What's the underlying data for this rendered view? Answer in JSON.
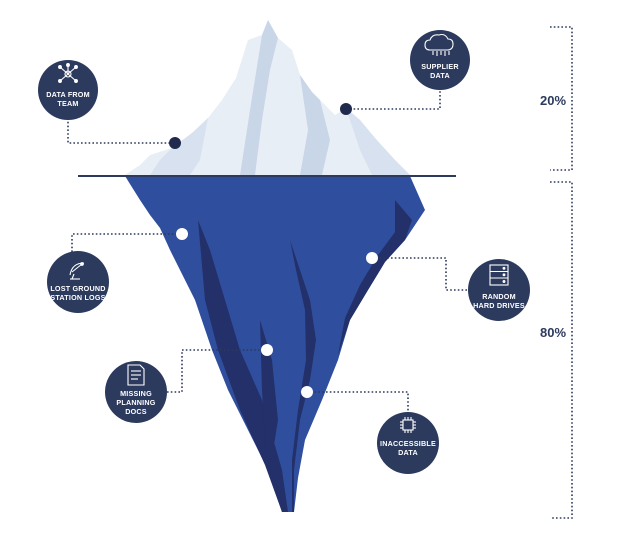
{
  "badges": [
    {
      "id": "data-from-team",
      "lines": [
        "DATA FROM",
        "TEAM"
      ],
      "icon": "network-icon"
    },
    {
      "id": "supplier-data",
      "lines": [
        "SUPPLIER",
        "DATA"
      ],
      "icon": "cloud-icon"
    },
    {
      "id": "lost-ground-station-logs",
      "lines": [
        "LOST GROUND",
        "STATION LOGS"
      ],
      "icon": "satellite-dish-icon"
    },
    {
      "id": "random-hard-drives",
      "lines": [
        "RANDOM",
        "HARD DRIVES"
      ],
      "icon": "server-icon"
    },
    {
      "id": "missing-planning-docs",
      "lines": [
        "MISSING",
        "PLANNING",
        "DOCS"
      ],
      "icon": "document-icon"
    },
    {
      "id": "inaccessible-data",
      "lines": [
        "INACCESSIBLE",
        "DATA"
      ],
      "icon": "chip-icon"
    }
  ],
  "percentages": {
    "above": "20%",
    "below": "80%"
  },
  "colors": {
    "navy": "#2c3a5e",
    "water_blue": "#2f4f9e",
    "shadow_blue": "#23306a",
    "ice_light": "#e8eef6",
    "ice_shade": "#c9d6e8"
  }
}
